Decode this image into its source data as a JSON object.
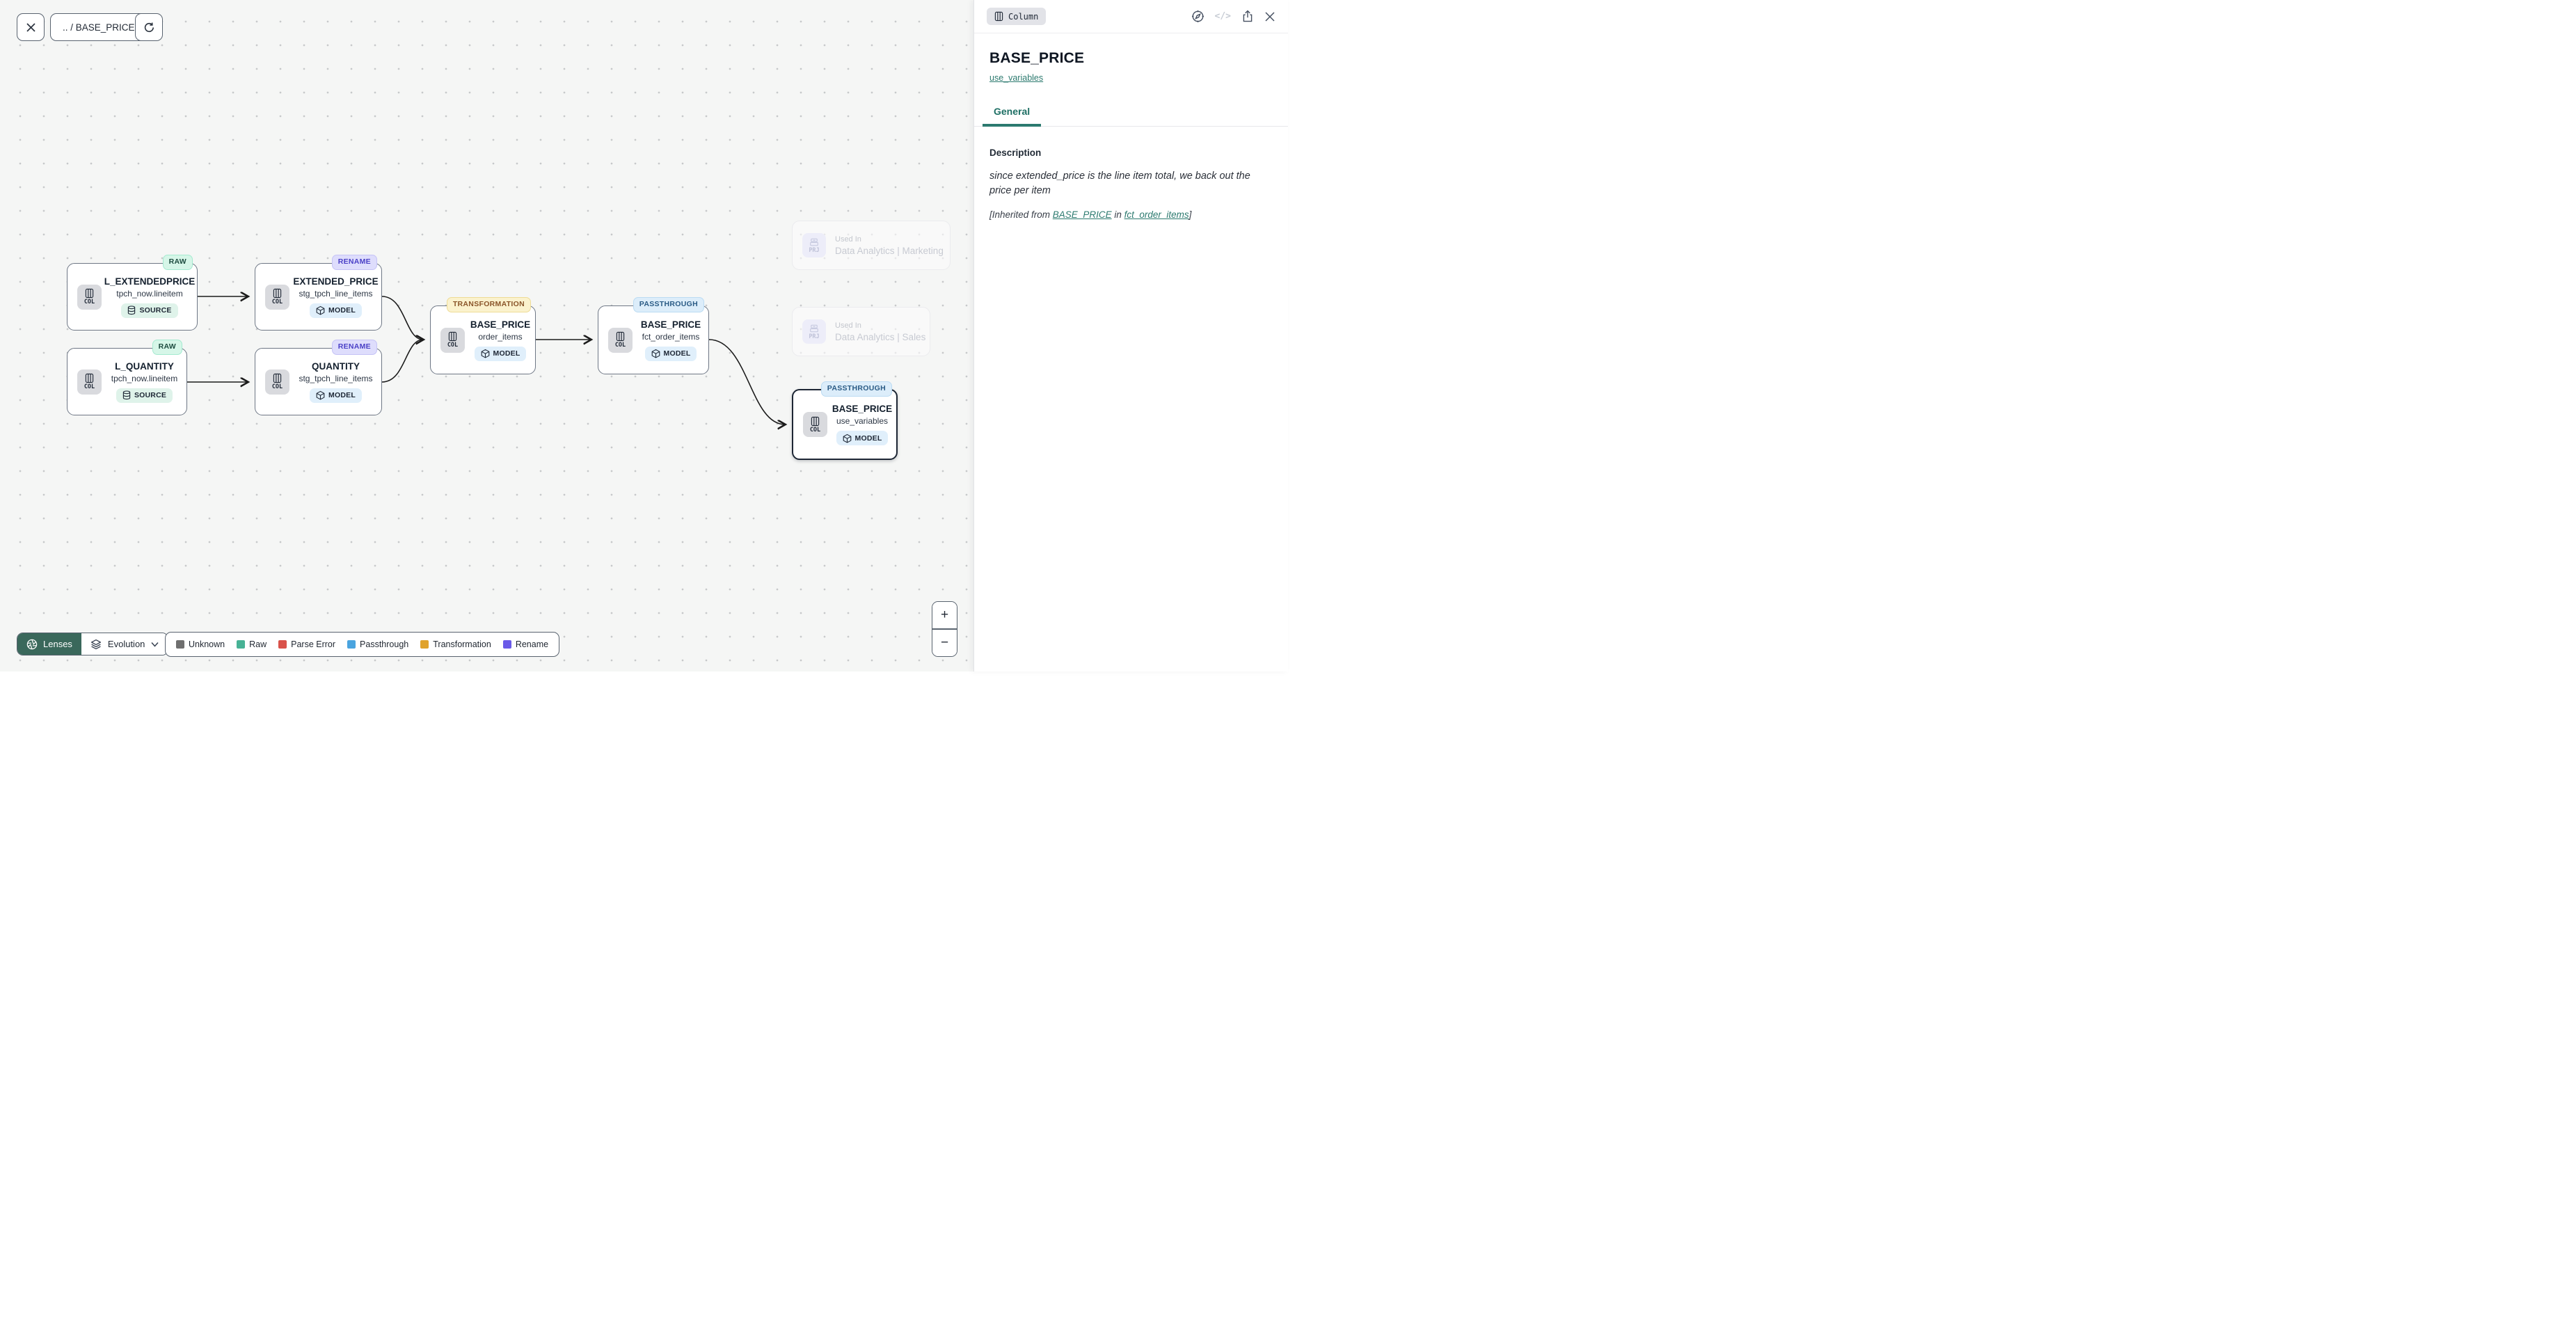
{
  "toolbar": {
    "breadcrumb": ".. / BASE_PRICE"
  },
  "graph": {
    "nodes": [
      {
        "id": "l_extendedprice",
        "title": "L_EXTENDEDPRICE",
        "subtitle": "tpch_now.lineitem",
        "type_label": "COL",
        "lens": "RAW",
        "lens_style": "raw",
        "chip": "SOURCE",
        "chip_style": "source",
        "selected": false
      },
      {
        "id": "extended_price",
        "title": "EXTENDED_PRICE",
        "subtitle": "stg_tpch_line_items",
        "type_label": "COL",
        "lens": "RENAME",
        "lens_style": "rename",
        "chip": "MODEL",
        "chip_style": "model",
        "selected": false
      },
      {
        "id": "l_quantity",
        "title": "L_QUANTITY",
        "subtitle": "tpch_now.lineitem",
        "type_label": "COL",
        "lens": "RAW",
        "lens_style": "raw",
        "chip": "SOURCE",
        "chip_style": "source",
        "selected": false
      },
      {
        "id": "quantity",
        "title": "QUANTITY",
        "subtitle": "stg_tpch_line_items",
        "type_label": "COL",
        "lens": "RENAME",
        "lens_style": "rename",
        "chip": "MODEL",
        "chip_style": "model",
        "selected": false
      },
      {
        "id": "base_price_order_items",
        "title": "BASE_PRICE",
        "subtitle": "order_items",
        "type_label": "COL",
        "lens": "TRANSFORMATION",
        "lens_style": "transformation",
        "chip": "MODEL",
        "chip_style": "model",
        "selected": false
      },
      {
        "id": "base_price_fct_order_items",
        "title": "BASE_PRICE",
        "subtitle": "fct_order_items",
        "type_label": "COL",
        "lens": "PASSTHROUGH",
        "lens_style": "passthrough",
        "chip": "MODEL",
        "chip_style": "model",
        "selected": false
      },
      {
        "id": "base_price_use_variables",
        "title": "BASE_PRICE",
        "subtitle": "use_variables",
        "type_label": "COL",
        "lens": "PASSTHROUGH",
        "lens_style": "passthrough",
        "chip": "MODEL",
        "chip_style": "model",
        "selected": true
      }
    ],
    "ghost_nodes": [
      {
        "id": "marketing",
        "type_label": "PRJ",
        "label": "Used In",
        "title": "Data Analytics | Marketing"
      },
      {
        "id": "sales",
        "type_label": "PRJ",
        "label": "Used In",
        "title": "Data Analytics | Sales"
      }
    ]
  },
  "lenses": {
    "button_label": "Lenses",
    "selector_label": "Evolution"
  },
  "legend": {
    "items": [
      {
        "label": "Unknown",
        "color": "#6f6f6f"
      },
      {
        "label": "Raw",
        "color": "#47b295"
      },
      {
        "label": "Parse Error",
        "color": "#d9524a"
      },
      {
        "label": "Passthrough",
        "color": "#4aa4df"
      },
      {
        "label": "Transformation",
        "color": "#e0a22b"
      },
      {
        "label": "Rename",
        "color": "#6a5ae8"
      }
    ]
  },
  "zoom_controls": {
    "zoom_in": "+",
    "zoom_out": "−"
  },
  "panel": {
    "type_badge": "Column",
    "title": "BASE_PRICE",
    "model_link": "use_variables",
    "tabs": [
      {
        "label": "General"
      }
    ],
    "code_icon_label": "</>",
    "description_label": "Description",
    "description_text": "since extended_price is the line item total, we back out the price per item",
    "inherited": {
      "prefix": "[Inherited from ",
      "link_column": "BASE_PRICE",
      "infix": " in ",
      "link_model": "fct_order_items",
      "suffix": "]"
    }
  },
  "icons": [
    "close-icon",
    "refresh-icon",
    "compass-icon",
    "code-icon",
    "share-icon",
    "column-icon",
    "database-icon",
    "cube-icon",
    "project-icon",
    "aperture-icon",
    "layers-icon",
    "chevron-down-icon"
  ],
  "colors": {
    "accent_teal": "#2c7a6f",
    "lenses_button_bg": "#3a685b",
    "canvas_bg": "#f5f6f5",
    "node_border": "#6e7785",
    "selected_node_border": "#1d2634"
  }
}
